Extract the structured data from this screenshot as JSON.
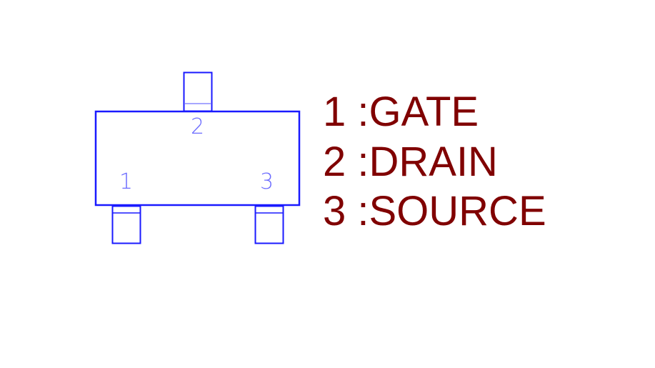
{
  "diagram": {
    "title": "SOT-23 package pinout",
    "package_pins": [
      {
        "number": "1",
        "side": "bottom-left"
      },
      {
        "number": "2",
        "side": "top-center"
      },
      {
        "number": "3",
        "side": "bottom-right"
      }
    ],
    "legend": [
      {
        "number": "1",
        "name": "GATE",
        "text": "1 :GATE"
      },
      {
        "number": "2",
        "name": "DRAIN",
        "text": "2 :DRAIN"
      },
      {
        "number": "3",
        "name": "SOURCE",
        "text": "3 :SOURCE"
      }
    ]
  },
  "colors": {
    "outline": "#1a1aff",
    "outline_light": "#8a8aff",
    "legend_text": "#800000",
    "background": "#ffffff"
  }
}
